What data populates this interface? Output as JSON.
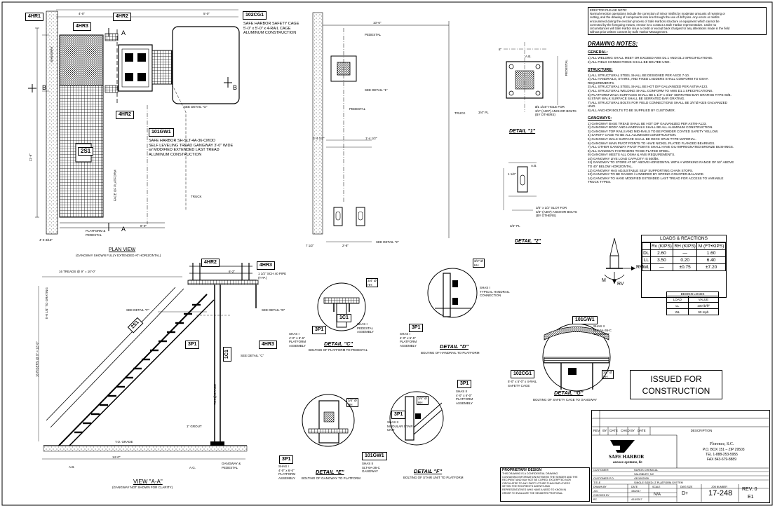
{
  "tags": {
    "t_4hr1": "4HR1",
    "t_4hr3": "4HR3",
    "t_4hr2a": "4HR2",
    "t_102cg1": "102CG1",
    "t_4hr2b": "4HR2",
    "t_101gw1": "101GW1",
    "t_2s1": "2S1",
    "t_4hr2c": "4HR2",
    "t_4hr3b": "4HR3",
    "t_3p1": "3P1",
    "t_4hr3c": "4HR3",
    "t_1c1": "1C1",
    "t_1c1b": "1C1",
    "t_3p1b": "3P1",
    "t_3p1c": "3P1",
    "t_101gw1b": "101GW1",
    "t_102cg1b": "102CG1",
    "t_3p1d": "3P1",
    "t_3p1e": "3P1",
    "t_101gw1c": "101GW1",
    "t_2s1b": "2S1",
    "t_3p1f": "3P1"
  },
  "plan": {
    "cage_note": "SAFE HARBOR SAFETY CAGE\n5'-0\" x 5'-0\" x 4-RAIL CAGE\nALUMINUM CONSTRUCTION",
    "gw_note": "SAFE HARBOR SH-SLT-4A-36-CMOD\nSELF LEVELING TREAD GANGWAY 3'-0\" WIDE\nw/ MODIFIED EXTENDED LAST TREAD\nALUMINUM CONSTRUCTION",
    "dim_top1": "4'-0\"",
    "dim_top2": "5'-0\"",
    "dim_left": "11'-6\"",
    "dim_bottom": "8'-0\"",
    "dim_bottom2": "4'-0 3/16\"",
    "gangway": "GANGWAY",
    "face_platform": "FACE OF PLATFORM",
    "truck": "TRUCK",
    "platform_pedestal": "PLATFORM &\nPEDESTAL",
    "see_detail_g": "SEE DETAIL \"G\"",
    "sec_a": "A",
    "sec_b": "B",
    "title": "PLAN VIEW",
    "subtitle": "(GANGWAY SHOWN FULLY EXTENDED AT HORIZONTAL)"
  },
  "pedestal_plan": {
    "dim_top": "10'-6\"",
    "pedestal": "PEDESTAL",
    "see_detail_1": "SEE DETAIL \"1\"",
    "see_detail_2": "SEE DETAIL \"2\"",
    "truck": "TRUCK",
    "dim_a": "1'-4 1/2\"",
    "dim_b": "1'-4 1/2\"",
    "dim_c": "7 1/2\"",
    "dim_d": "2'-8\""
  },
  "detail1": {
    "title": "DETAIL \"1\"",
    "hole": "Ø1 1/16\" HOLE FOR\n3/4\" (A307) ANCHOR BOLTS\n(BY OTHERS)",
    "pl": "3/4\" PL",
    "ab": "A.B.",
    "pedestal": "PEDESTAL",
    "dim": "8\""
  },
  "detail2": {
    "title": "DETAIL \"2\"",
    "slot": "3/4\" x 1/2\" SLOT FOR\n3/4\" (A307) ANCHOR BOLTS\n(BY OTHERS)",
    "pl": "3/4\" PL",
    "ab": "A.B.",
    "dim": "1 1/2\""
  },
  "notes": {
    "erector": "ERECTOR PLEASE NOTE:\nNormal erection operations include the correction of minor misfits by moderate amounts of reaming or\ncutting, and the drawing of components into line through the use of drift pins. Any errors or misfits\nencountered during the erection process of Safe Harbors structure or equipment which cannot be\ncorrected by the foregoing means, erector is to contact a Safe Harbor representative. Under no\ncircumstances will Safe Harbor issue a credit or except back charges for any alterations made in the field\nwithout prior written consent by Safe Harbor Management.",
    "heading": "DRAWING NOTES:",
    "general_h": "GENERAL:",
    "general": [
      "1)   ALL WELDING SHALL MEET OR EXCEED AWS D1.1 AND D1.2 SPECIFICATIONS.",
      "2)   ALL FIELD CONNECTIONS SHALL BE BOLTED UNO."
    ],
    "structure_h": "STRUCTURE:",
    "structure": [
      "1)   ALL STRUCTURAL STEEL SHALL BE DESIGNED PER ASCE 7-10.",
      "2)   ALL HANDRAILS, STAIRS, AND FIXED LADDERS SHALL CONFORM TO OSHA",
      "       REQUIREMENTS.",
      "3)   ALL STRUCTURAL STEEL SHALL BE HOT DIP GALVANIZED PER ASTM-A123.",
      "4)   ALL STRUCTURAL WELDING SHALL CONFORM TO AWS D1.1 SPECIFICATIONS.",
      "5)   PLATFORM WALK SURFACES SHALL BE 1 1/4\" x 3/16\" SERRATED BAR GRATING TYPE W/B.",
      "6)   STAIR WALK SURFACE SHALL BE SERRATED BAR GRATING.",
      "7)   ALL STRUCTURAL BOLTS FOR FIELD CONNECTIONS SHALL BE 3/4\"Ø A325 GALVANIZED",
      "       UNO.",
      "8)   ALL ANCHOR BOLTS TO BE SUPPLIED BY CUSTOMER."
    ],
    "gangway_h": "GANGWAYS:",
    "gangway": [
      "1)   GANGWAY BASE TREAD SHALL BE HOT DIP GALVANIZED PER ASTM-A123.",
      "2)   GANGWAY BODY AND HANDRAILS SHALL BE ALL ALUMINUM CONSTRUCTION.",
      "3)   GANGWAY TOP RAILS AND MID-RAILS TO BE POWDER COATED SAFETY YELLOW.",
      "4)   SAFETY CAGE TO BE ALL ALUMINUM CONSTRUCTION.",
      "5)   GANGWAY WALK SURFACE SHALL BE DECK SPAN TYPE MATERIAL.",
      "6)   GANGWAY MAIN PIVOT POINTS TO HAVE NICKEL PLATED FLANGED BEARINGS.",
      "7)   ALL OTHER GANGWAY PIVOT POINTS SHALL HAVE OIL-IMPREGNATED BRONZE BUSHINGS.",
      "8)   ALL GANGWAY FASTENERS TO BE PLATED STEEL.",
      "9)   GANGWAY MEETS ALL OSHA & ANSI REQUIREMENTS.",
      "10)  GANGWAY LIVE LOAD CAPACITY IS 500lbs.",
      "11)  GANGWAY TO STORE AT 90° ABOVE HORIZONTAL WITH A WORKING RANGE OF 50° ABOVE",
      "       TO 40° BELOW HORIZONTAL.",
      "12)  GANGWAY HAS ADJUSTABLE SELF SUPPORTING CHAIN STOPS.",
      "13)  GANGWAY TO BE RAISED / LOWERED BY SPRING COUNTER-BALANCE.",
      "14)  GANGWAY TO HAVE MODIFIED EXTENDED LAST TREAD FOR ACCESS TO VARIABLE",
      "       TRUCK TYPES."
    ]
  },
  "loads": {
    "title": "LOADS & REACTIONS",
    "headers": [
      "",
      "Rv (KIPS)",
      "RH (KIPS)",
      "M (FT•KIPS)"
    ],
    "rows": [
      [
        "DL",
        "2.60",
        "—",
        "1.60"
      ],
      [
        "LL",
        "3.50",
        "0.20",
        "6.40"
      ],
      [
        "WL",
        "—",
        "±0.75",
        "±7.20"
      ]
    ],
    "rh": "RH",
    "rv": "RV",
    "m": "M"
  },
  "design_loads": {
    "title": "DESIGN LOADS",
    "rows": [
      [
        "LOAD",
        "VALUE"
      ],
      [
        "LL",
        "100 lb/ft²"
      ],
      [
        "WL",
        "90 mph"
      ]
    ]
  },
  "section": {
    "treads": "16 TREADS @ 9\" = 10'-0\"",
    "risers": "16 RISERS @ 9\" = 12'-0\"",
    "pipe": "1 1/2\" SCH 40 PIPE\n(TYP.)",
    "see_f": "SEE DETAIL \"F\"",
    "see_d": "SEE DETAIL \"D\"",
    "see_c": "SEE DETAIL \"C\"",
    "dim_top": "6'-2\"",
    "dim_bottom": "14'-0\"",
    "grating": "5'-0 1/4\" TO GRATING",
    "tos": "TOS@GRADE",
    "grade": "T.O. GRADE",
    "ab": "A.B.",
    "gangway_ped": "GANGWAY &\nPEDESTAL",
    "ag": "A.G.",
    "grout": "1\" GROUT",
    "title": "VIEW \"A-A\"",
    "subtitle": "(GANGWAY NOT SHOWN FOR CLARITY)"
  },
  "details": {
    "c_title": "DETAIL \"C\"",
    "c_sub": "BOLTING OF PLATFORM TO PEDESTAL",
    "c_lbl": "SHAS I\n4'-0\" x 5'-6\"\nPLATFORM\nASSEMBLY",
    "c_lbl2": "SHAS I\nPEDESTAL\nASSEMBLY",
    "d_title": "DETAIL \"D\"",
    "d_sub": "BOLTING OF HANDRAIL TO PLATFORM",
    "d_lbl": "SHAS I\n4'-0\" x 5'-6\"\nPLATFORM\nASSEMBLY",
    "d_lbl2": "SHAS I\nTYPICAL HANDRAIL\nCONNECTION",
    "e_title": "DETAIL \"E\"",
    "e_sub": "BOLTING OF GANGWAY TO PLATFORM",
    "e_lbl": "SHAS I\n4'-0\" x 6'-0\"\nPLATFORM\nASSEMBLY",
    "e_lbl2": "SHAS II\nSLT-6A-36-C\nGANGWAY",
    "f_title": "DETAIL \"F\"",
    "f_sub": "BOLTING OF STAIR UNIT TO PLATFORM",
    "f_lbl": "SHAS II\nMODULAR STAIR\nUNIT",
    "f_lbl2": "SHAS II\n4'-0\" x 6'-0\"\nPLATFORM\nASSEMBLY",
    "g_title": "DETAIL \"G\"",
    "g_sub": "BOLTING OF SAFETY CAGE TO GANGWAY",
    "g_lbl": "SHAS II\nSLT-6A-36-C\nGANGWAY",
    "g_lbl2": "5'-0\" x 5'-0\" x 4-RAIL\nSAFETY CAGE",
    "bolt": "3/4\" Ø\nHH"
  },
  "ifc": "ISSUED FOR\nCONSTRUCTION",
  "titleblock": {
    "rev_headers": [
      "REV",
      "BY",
      "DATE",
      "CHKD BY",
      "DATE",
      "DESCRIPTION"
    ],
    "logo_line1": "SAFE HARBOR",
    "logo_line2": "access systems, llc",
    "city": "Florence, S.C.",
    "po": "P.O. BOX 151 – ZIP 29503",
    "tel": "TEL 1-888-253-5955",
    "fax": "FAX 843-679-8889",
    "customer_lbl": "CUSTOMER",
    "customer": "NUROS CHEMICAL",
    "location": "SALISBURY, NC",
    "cust_po_lbl": "CUSTOMER P.O.",
    "cust_po": "4311002939",
    "title_lbl": "TITLE",
    "title": "SINGLE SIDED LT PLATFORM SYSTEM",
    "drawn_lbl": "DRAWN BY",
    "drawn": "JCC",
    "date_lbl": "DATE",
    "date": "4/6/2017",
    "checked_lbl": "CHECKED BY",
    "checked": "RC",
    "date2": "4/10/2017",
    "scale_lbl": "SCALE",
    "scale": "N/A",
    "size_lbl": "DWG SIZE",
    "size": "D+",
    "job_lbl": "JOB NUMBER",
    "job": "17-248",
    "rev_lbl": "REV. 0",
    "sheet": "E1"
  },
  "proprietary": {
    "title": "PROPRIETARY DESIGN",
    "text": "THIS DRAWING IS A CONFIDENTIAL DRAWING\nCONTAINING INFORMATION BETWEEN THE SENDER AND THE\nRECIPIENT AND MAY NOT BE COPIED, EXCERPTED NOR\nCIRCULATED TO ANY PARTY OTHER THAN EMPLOYEES\nWITHIN THE RECIPIENT'S AGENTS AND\nREPRESENTATIVES WHO HAVE A NEED TO KNOW IN\nORDER TO EVALUATE THE SENDER'S PROPOSAL."
  }
}
